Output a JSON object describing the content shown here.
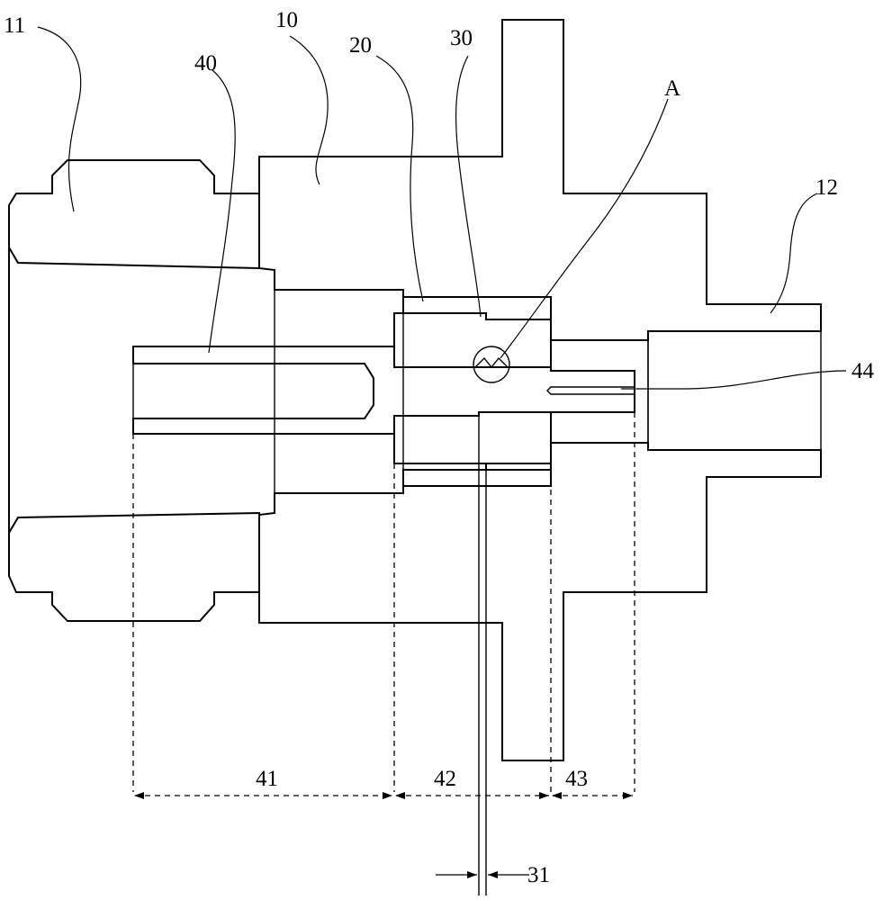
{
  "labels": {
    "l11": "11",
    "l10": "10",
    "l40": "40",
    "l20": "20",
    "l30": "30",
    "lA": "A",
    "l12": "12",
    "l44": "44",
    "l41": "41",
    "l42": "42",
    "l43": "43",
    "l31": "31"
  }
}
